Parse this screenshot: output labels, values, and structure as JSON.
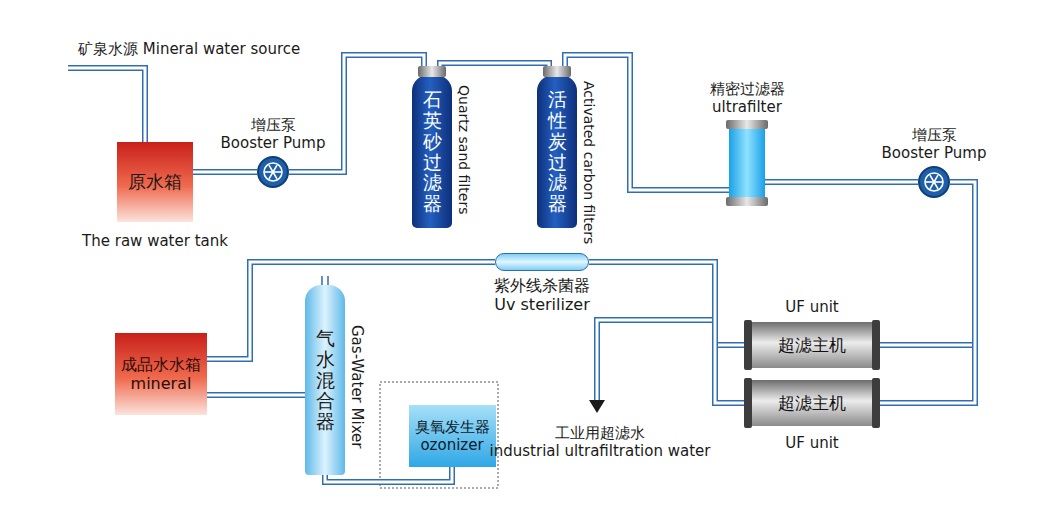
{
  "diagram": {
    "nodes": [
      {
        "text": [
          "原水箱",
          "The raw water tank"
        ]
      },
      {
        "text": [
          "增压泵 Booster Pump"
        ]
      },
      {
        "text": [
          "石英砂过滤器",
          "Quartz sand filters"
        ]
      },
      {
        "text": [
          "活性炭过滤器",
          "Activated carbon filters"
        ]
      },
      {
        "text": [
          "精密过滤器 ultrafilter"
        ]
      },
      {
        "text": [
          "增压泵 Booster Pump"
        ]
      },
      {
        "text": [
          "UF unit",
          "超滤主机"
        ]
      },
      {
        "text": [
          "超滤主机",
          "UF unit"
        ]
      },
      {
        "text": [
          "紫外线杀菌器 Uv sterilizer"
        ]
      },
      {
        "text": [
          "气水混合器",
          "Gas-Water Mixer"
        ]
      },
      {
        "text": [
          "臭氧发生器 ozonizer"
        ]
      },
      {
        "text": [
          "成品水水箱 mineral"
        ]
      }
    ],
    "edges": [
      {
        "from": 0,
        "to": 1,
        "arrow": "none"
      },
      {
        "from": 1,
        "to": 2,
        "arrow": "none"
      },
      {
        "from": 2,
        "to": 3,
        "arrow": "none"
      },
      {
        "from": 3,
        "to": 4,
        "arrow": "none"
      },
      {
        "from": 4,
        "to": 5,
        "arrow": "none"
      },
      {
        "from": 5,
        "to": 6,
        "arrow": "none"
      },
      {
        "from": 5,
        "to": 7,
        "arrow": "none"
      },
      {
        "from": 6,
        "to": 8,
        "arrow": "none"
      },
      {
        "from": 7,
        "to": 8,
        "arrow": "none"
      },
      {
        "from": 8,
        "to": 11,
        "arrow": "none"
      },
      {
        "from": 11,
        "to": 9,
        "arrow": "none"
      },
      {
        "from": 9,
        "to": 10,
        "arrow": "none"
      }
    ],
    "labels": [
      "矿泉水源 Mineral water source",
      "工业用超滤水 industrial ultrafiltration water"
    ]
  }
}
